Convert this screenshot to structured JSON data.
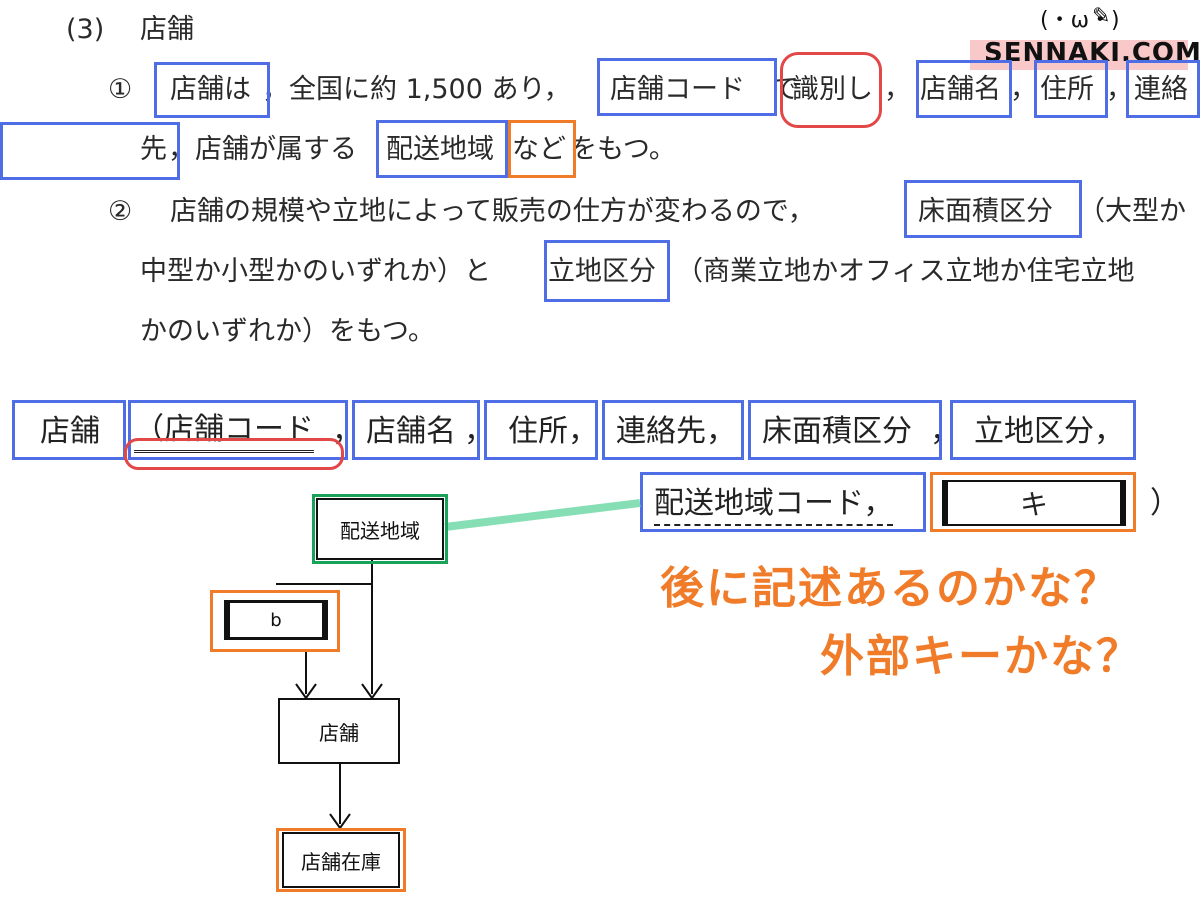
{
  "heading": {
    "num": "(3)",
    "title": "店舗"
  },
  "para1": {
    "mark": "①",
    "line1_parts": [
      "店舗は",
      "，全国に約 1,500 あり，",
      "店舗コード",
      "で",
      "識別し",
      "，",
      "店舗名",
      "，",
      "住所",
      "，",
      "連絡"
    ],
    "line2_parts": [
      "先",
      "，店舗が属する",
      "配送地域",
      "など",
      "をもつ。"
    ]
  },
  "para2": {
    "mark": "②",
    "line1_parts": [
      "店舗の規模や立地によって販売の仕方が変わるので，",
      "床面積区分",
      "（大型か"
    ],
    "line2_parts": [
      "中型か小型かのいずれか）と",
      "立地区分",
      "（商業立地かオフィス立地か住宅立地"
    ],
    "line3": "かのいずれか）をもつ。"
  },
  "schema": {
    "entity": "店舗",
    "attrs": [
      "（店舗コード",
      "，",
      "店舗名",
      "，",
      "住所，",
      "連絡先，",
      "床面積区分",
      "，",
      "立地区分，"
    ],
    "row2_attr": "配送地域コード，",
    "row2_blank": "キ",
    "row2_close": "）"
  },
  "diagram": {
    "region": "配送地域",
    "blank_b": "b",
    "store": "店舗",
    "stock": "店舗在庫"
  },
  "annotations": [
    "後に記述あるのかな？",
    "外部キーかな？"
  ],
  "logo": {
    "text": "SENNAKI.COM",
    "face": "(・ω・)"
  },
  "colors": {
    "blue": "#4f6ee6",
    "orange": "#f07c2a",
    "red": "#e34848",
    "green": "#19a35a"
  }
}
